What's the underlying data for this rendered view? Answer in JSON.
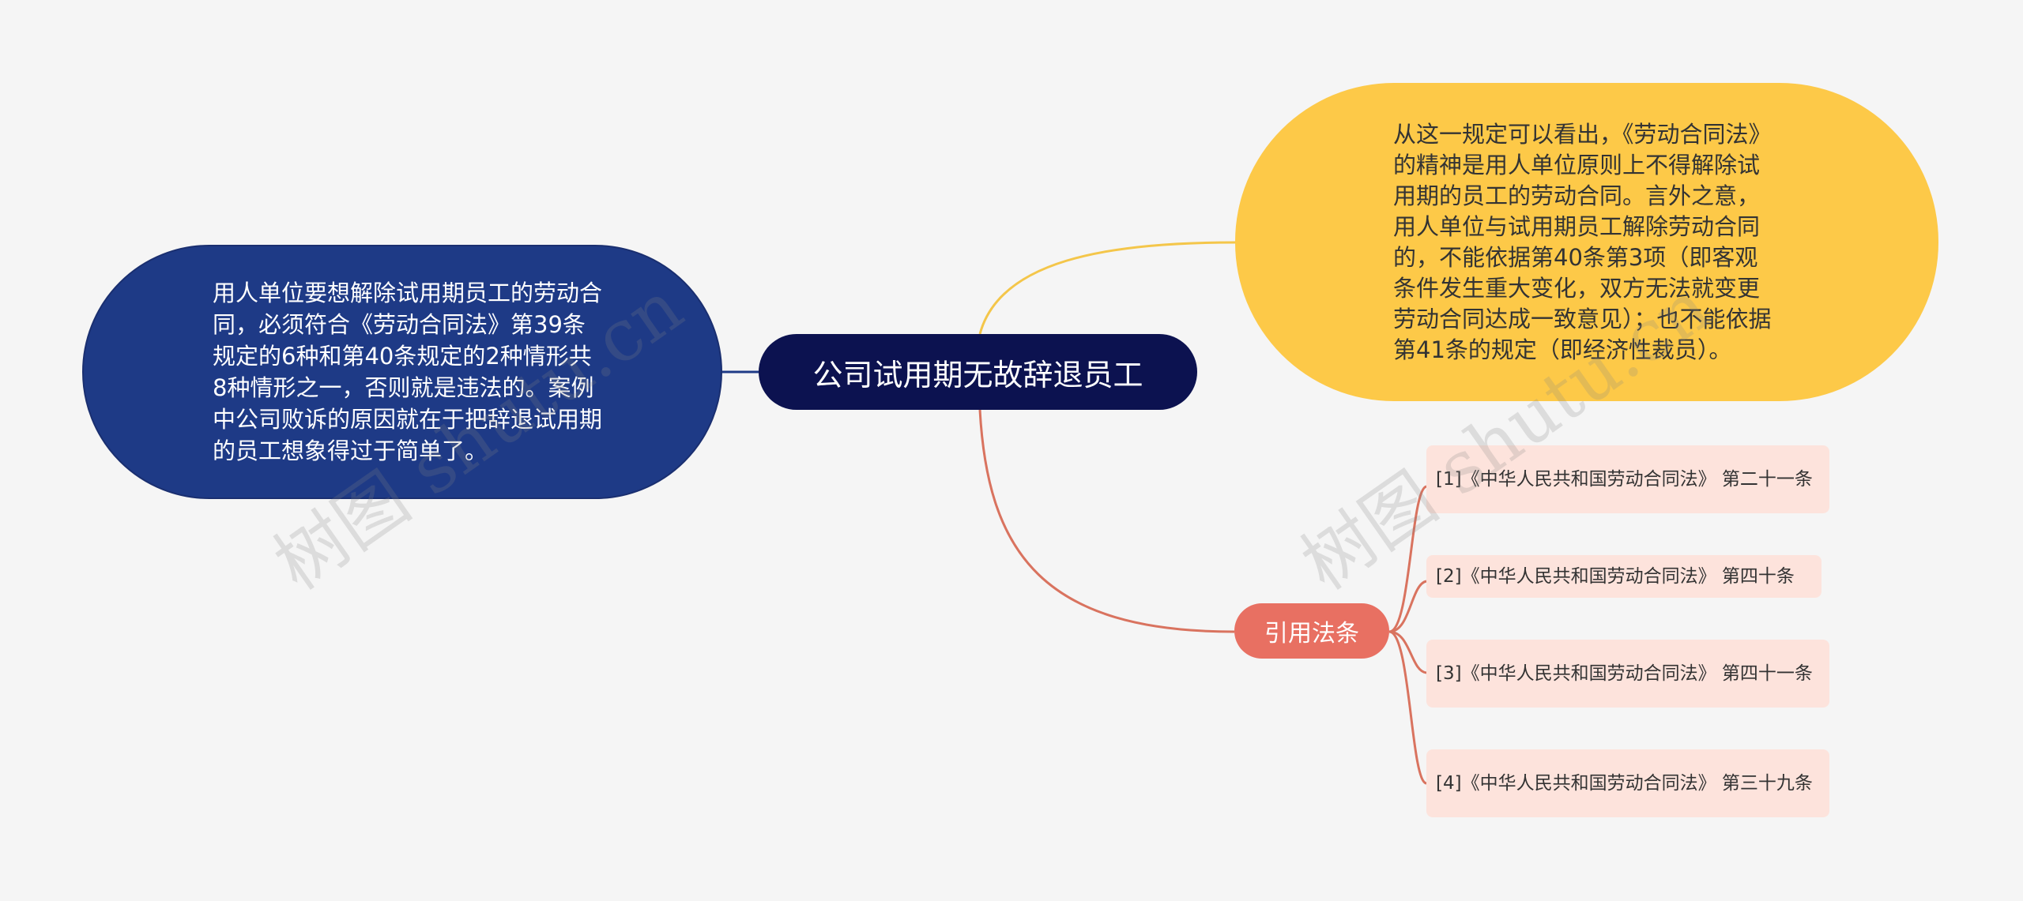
{
  "mindmap": {
    "central": "公司试用期无故辞退员工",
    "left_node": "用人单位要想解除试用期员工的劳动合同，必须符合《劳动合同法》第39条规定的6种和第40条规定的2种情形共8种情形之一，否则就是违法的。案例中公司败诉的原因就在于把辞退试用期的员工想象得过于简单了。",
    "right_node": "从这一规定可以看出，《劳动合同法》的精神是用人单位原则上不得解除试用期的员工的劳动合同。言外之意，用人单位与试用期员工解除劳动合同的，不能依据第40条第3项（即客观条件发生重大变化，双方无法就变更劳动合同达成一致意见）；也不能依据第41条的规定（即经济性裁员）。",
    "branch": "引用法条",
    "leaves": [
      "[1]《中华人民共和国劳动合同法》 第二十一条",
      "[2]《中华人民共和国劳动合同法》 第四十条",
      "[3]《中华人民共和国劳动合同法》 第四十一条",
      "[4]《中华人民共和国劳动合同法》 第三十九条"
    ]
  },
  "watermarks": [
    "树图 shutu.cn",
    "树图 shutu.cn"
  ],
  "colors": {
    "central": "#0c1250",
    "left_node": "#1e3a86",
    "right_node": "#fdc948",
    "branch": "#e87062",
    "leaf": "#fde3dc",
    "line_left": "#1e3a86",
    "line_right": "#f4c64a",
    "line_branch": "#d9735f"
  }
}
